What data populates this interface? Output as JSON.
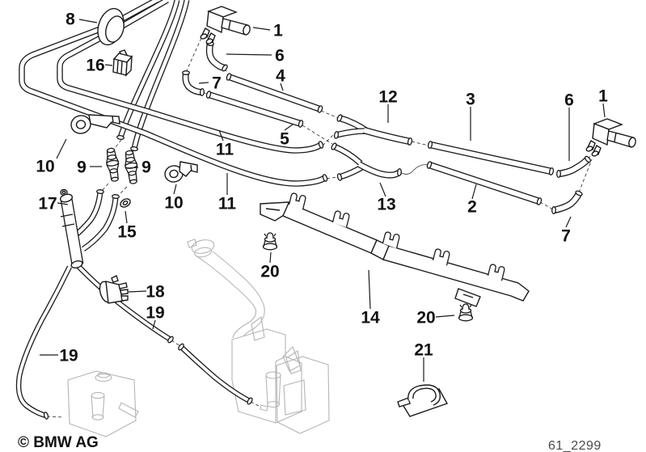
{
  "diagram": {
    "footer": {
      "copyright": "© BMW AG",
      "diagram_code": "61_2299"
    },
    "colors": {
      "line": "#1a1a1a",
      "faint": "#b5b5b5",
      "background": "#ffffff"
    }
  },
  "callouts": [
    {
      "id": "c8",
      "text": "8"
    },
    {
      "id": "c16",
      "text": "16"
    },
    {
      "id": "c1L",
      "text": "1"
    },
    {
      "id": "c6L",
      "text": "6"
    },
    {
      "id": "c7L",
      "text": "7"
    },
    {
      "id": "c4",
      "text": "4"
    },
    {
      "id": "c5",
      "text": "5"
    },
    {
      "id": "c11a",
      "text": "11"
    },
    {
      "id": "c11b",
      "text": "11"
    },
    {
      "id": "c10L",
      "text": "10"
    },
    {
      "id": "c9L",
      "text": "9"
    },
    {
      "id": "c9R",
      "text": "9"
    },
    {
      "id": "c10R",
      "text": "10"
    },
    {
      "id": "c17",
      "text": "17"
    },
    {
      "id": "c15",
      "text": "15"
    },
    {
      "id": "c18",
      "text": "18"
    },
    {
      "id": "c19a",
      "text": "19"
    },
    {
      "id": "c19b",
      "text": "19"
    },
    {
      "id": "c12",
      "text": "12"
    },
    {
      "id": "c3",
      "text": "3"
    },
    {
      "id": "c6R",
      "text": "6"
    },
    {
      "id": "c1R",
      "text": "1"
    },
    {
      "id": "c13",
      "text": "13"
    },
    {
      "id": "c2",
      "text": "2"
    },
    {
      "id": "c7R",
      "text": "7"
    },
    {
      "id": "c20a",
      "text": "20"
    },
    {
      "id": "c14",
      "text": "14"
    },
    {
      "id": "c20b",
      "text": "20"
    },
    {
      "id": "c21",
      "text": "21"
    }
  ]
}
